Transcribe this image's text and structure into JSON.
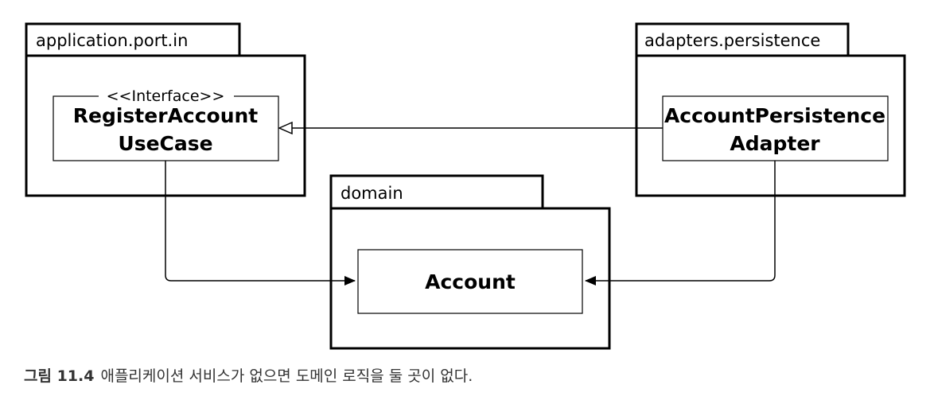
{
  "packages": {
    "application_port_in": {
      "name": "application.port.in"
    },
    "adapters_persistence": {
      "name": "adapters.persistence"
    },
    "domain": {
      "name": "domain"
    }
  },
  "classes": {
    "register_account_use_case": {
      "stereotype": "<<Interface>>",
      "line1": "RegisterAccount",
      "line2": "UseCase"
    },
    "account_persistence_adapter": {
      "line1": "AccountPersistence",
      "line2": "Adapter"
    },
    "account": {
      "name": "Account"
    }
  },
  "caption": {
    "label": "그림 11.4",
    "text": "애플리케이션 서비스가 없으면 도메인 로직을 둘 곳이 없다."
  }
}
